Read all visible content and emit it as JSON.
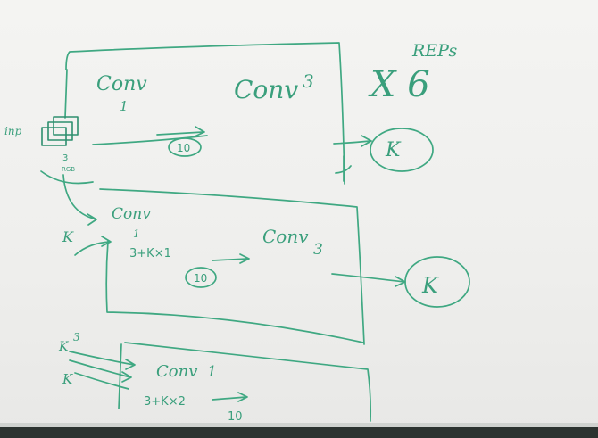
{
  "blocks": [
    {
      "conv_first": "Conv",
      "conv_first_num": "1",
      "conv_second": "Conv",
      "conv_second_num": "3",
      "channels": "10",
      "output": "K"
    },
    {
      "conv_first": "Conv",
      "conv_first_num": "1",
      "conv_second": "Conv",
      "conv_second_num": "3",
      "input_formula": "3+K×1",
      "channels": "10",
      "output": "K",
      "skip_label": "K"
    },
    {
      "conv_first": "Conv",
      "conv_first_num": "1",
      "input_formula": "3+K×2",
      "channels": "10",
      "input_k_top": "K",
      "input_k_sup": "3",
      "input_k_bottom": "K"
    }
  ],
  "input": {
    "label": "inp",
    "channels": "3",
    "type": "RGB"
  },
  "repeat": {
    "multiplier": "X 6",
    "label": "REPs"
  },
  "colors": {
    "ink": "#3fa882",
    "board": "#f2f2f0"
  }
}
